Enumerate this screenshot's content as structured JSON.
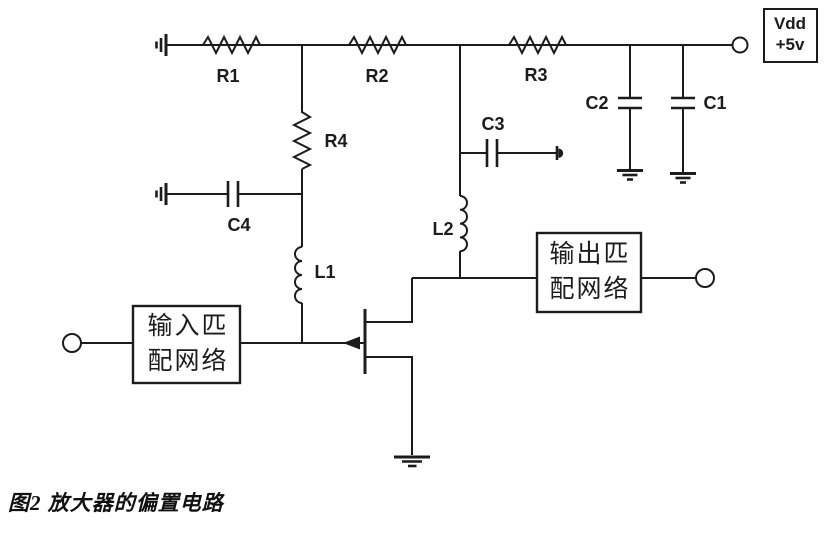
{
  "figure": {
    "caption": "图2 放大器的偏置电路"
  },
  "power_label": {
    "line1": "Vdd",
    "line2": "+5v"
  },
  "components": {
    "r1": "R1",
    "r2": "R2",
    "r3": "R3",
    "r4": "R4",
    "c1": "C1",
    "c2": "C2",
    "c3": "C3",
    "c4": "C4",
    "l1": "L1",
    "l2": "L2"
  },
  "blocks": {
    "input_match": {
      "line1": "输入匹",
      "line2": "配网络"
    },
    "output_match": {
      "line1": "输出匹",
      "line2": "配网络"
    }
  },
  "colors": {
    "line": "#1c1c1c",
    "background": "#ffffff"
  }
}
